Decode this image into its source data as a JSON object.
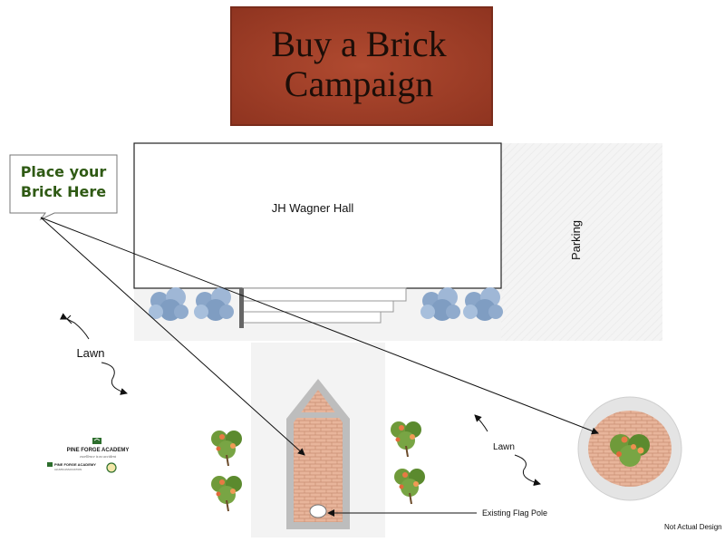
{
  "sign": {
    "line1": "Buy a Brick",
    "line2": "Campaign"
  },
  "callout": {
    "line1": "Place your",
    "line2": "Brick Here"
  },
  "labels": {
    "hall": "JH Wagner Hall",
    "parking": "Parking",
    "lawn_left": "Lawn",
    "lawn_right": "Lawn",
    "flag_pole": "Existing Flag Pole",
    "disclaimer": "Not Actual Design"
  },
  "logo": {
    "name": "PINE FORGE ACADEMY",
    "tagline": "excellence is no accident",
    "small_name": "PINE FORGE ACADEMY",
    "small_sub": "ALUMNI ASSOCIATION"
  },
  "colors": {
    "brick_sign": "#a8412a",
    "brick_path": "#e8b59b",
    "pavement": "#f3f3f3",
    "border_gray": "#b0b0b0",
    "callout_text": "#2f5a14"
  }
}
